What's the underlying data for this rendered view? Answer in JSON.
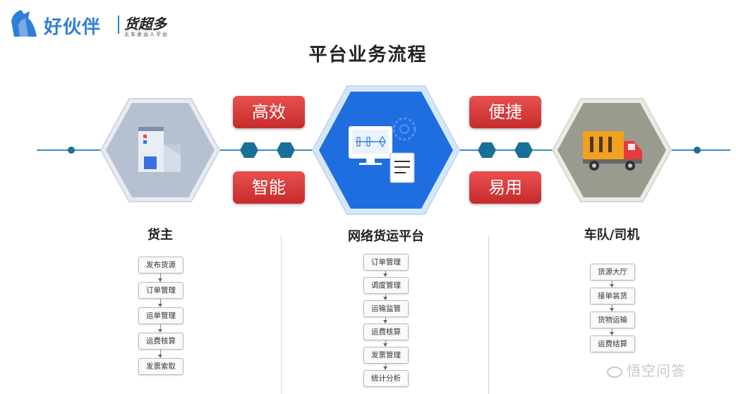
{
  "header": {
    "brand": "好伙伴",
    "sub_brand": "货超多",
    "tagline": "无车承运人平台"
  },
  "title": "平台业务流程",
  "badges": {
    "left_top": "高效",
    "left_bottom": "智能",
    "right_top": "便捷",
    "right_bottom": "易用"
  },
  "columns": {
    "shipper": {
      "title": "货主",
      "steps": [
        "发布货源",
        "订单管理",
        "运单管理",
        "运费核算",
        "发票索取"
      ]
    },
    "platform": {
      "title": "网络货运平台",
      "steps": [
        "订单管理",
        "调度管理",
        "运输监管",
        "运费核算",
        "发票管理",
        "统计分析"
      ]
    },
    "fleet": {
      "title": "车队/司机",
      "steps": [
        "货源大厅",
        "接单装货",
        "货物运输",
        "运费结算"
      ]
    }
  },
  "watermark": "悟空问答",
  "colors": {
    "brand_blue": "#2f7fd8",
    "platform_blue": "#1f6ee0",
    "badge_red": "#d93636",
    "connector_teal": "#1a6f98",
    "hex_gray_blue": "#b5c0d0",
    "hex_gray": "#9a9a8e"
  }
}
